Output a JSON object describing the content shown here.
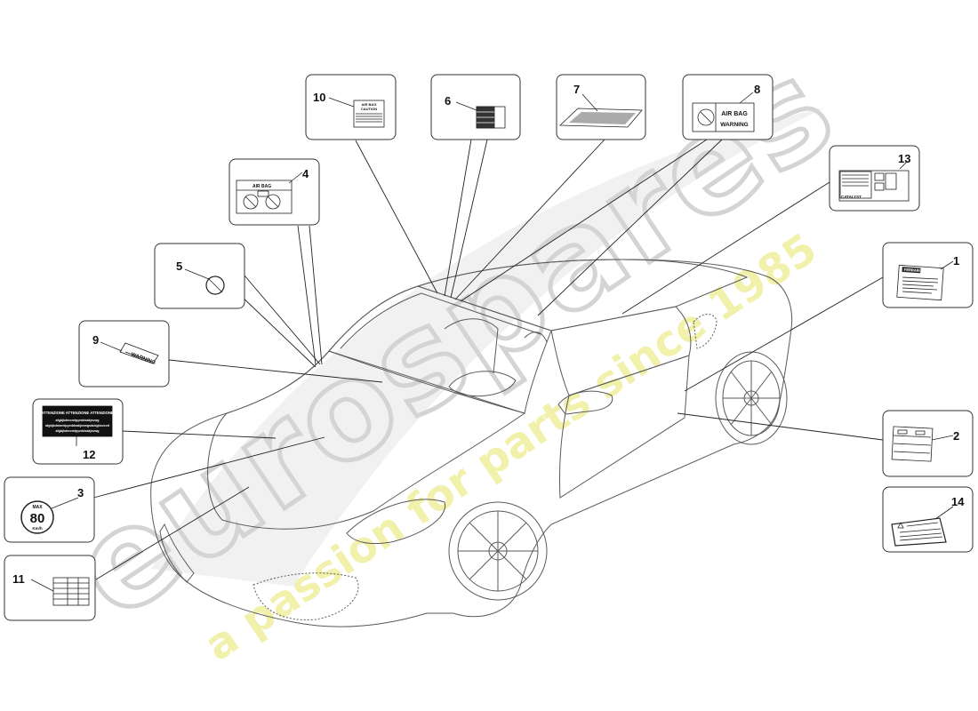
{
  "watermark": {
    "brand": "eurospares",
    "tagline": "a passion for parts since 1985",
    "gray": "#d9d9d9",
    "yellow": "#ecec9a"
  },
  "callouts": {
    "c1": "1",
    "c2": "2",
    "c3": "3",
    "c4": "4",
    "c5": "5",
    "c6": "6",
    "c7": "7",
    "c8": "8",
    "c9": "9",
    "c10": "10",
    "c11": "11",
    "c12": "12",
    "c13": "13",
    "c14": "14"
  },
  "labels": {
    "airbag_caution_1": "AIR BAG",
    "airbag_caution_2": "CAUTION",
    "airbag_warning_1": "AIR BAG",
    "airbag_warning_2": "WARNING",
    "airbag_small": "AIR BAG",
    "warning": "WARNING",
    "attenzione": "ATTENZIONE  ATTENZIONE  ATTENZIONE",
    "attenzione_line1": "afgbjkdmomlpyeddsakjsvwg",
    "attenzione_line2": "afgbjkdmomlpyeddsakjsvwgsdukgbsvcvd",
    "attenzione_line3": "afgbjkdmomlpyeddsakjsvwg",
    "speed_max": "MAX",
    "speed_value": "80",
    "speed_unit": "Km/h",
    "catalyst": "CATALYST",
    "ferrari": "FERRARI"
  }
}
